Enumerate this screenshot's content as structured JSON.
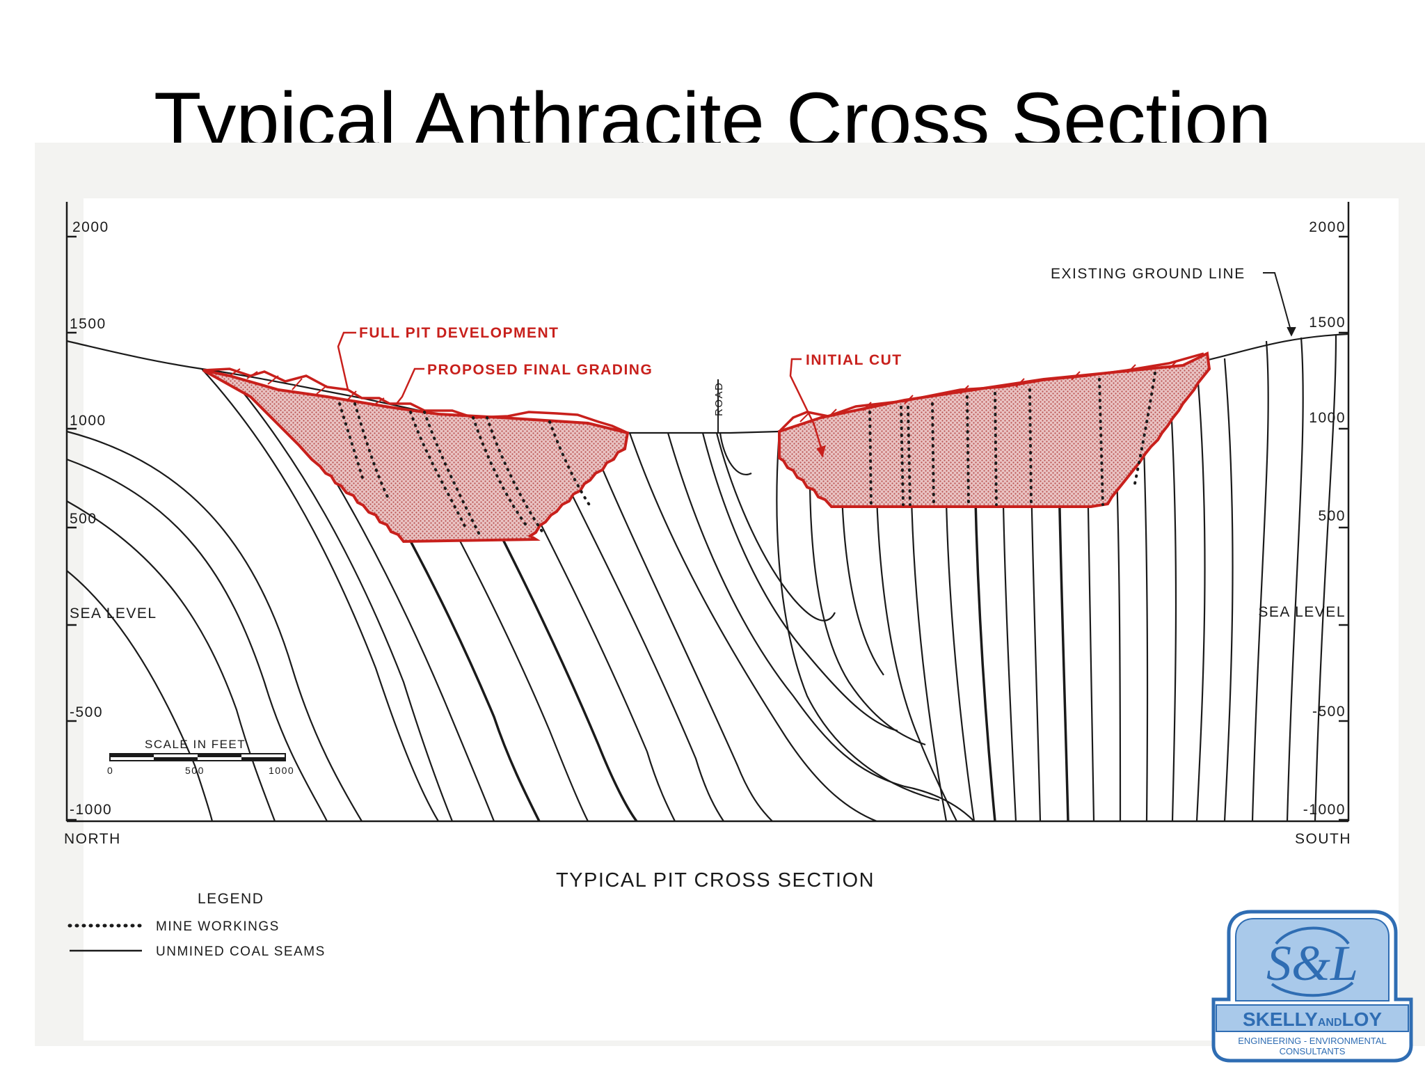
{
  "slide": {
    "title": "Typical Anthracite Cross Section"
  },
  "figure": {
    "caption": "TYPICAL PIT CROSS SECTION",
    "elevation_labels_left": [
      "2000",
      "1500",
      "1000",
      "500",
      "SEA LEVEL",
      "-500",
      "-1000"
    ],
    "elevation_labels_right": [
      "2000",
      "1500",
      "1000",
      "500",
      "SEA LEVEL",
      "-500",
      "-1000"
    ],
    "direction_left": "NORTH",
    "direction_right": "SOUTH",
    "callouts": {
      "existing_ground_line": "EXISTING GROUND LINE",
      "full_pit_development": "FULL PIT DEVELOPMENT",
      "proposed_final_grading": "PROPOSED FINAL GRADING",
      "initial_cut": "INITIAL CUT",
      "road": "ROAD"
    },
    "scale": {
      "title": "SCALE IN FEET",
      "ticks": [
        "0",
        "500",
        "1000"
      ]
    },
    "legend": {
      "title": "LEGEND",
      "items": [
        {
          "symbol": "dotted-line",
          "label": "MINE WORKINGS"
        },
        {
          "symbol": "solid-line",
          "label": "UNMINED COAL SEAMS"
        }
      ]
    },
    "colors": {
      "pit_outline": "#c8201c",
      "pit_fill": "#e8b8b8",
      "ink": "#1a1a1a"
    }
  },
  "logo": {
    "monogram": "S&L",
    "name_main": "SKELLY",
    "name_and": "AND",
    "name_end": "LOY",
    "tagline_line1": "ENGINEERING - ENVIRONMENTAL",
    "tagline_line2": "CONSULTANTS",
    "colors": {
      "blue": "#2f6db3",
      "light": "#a9c9ea"
    }
  }
}
